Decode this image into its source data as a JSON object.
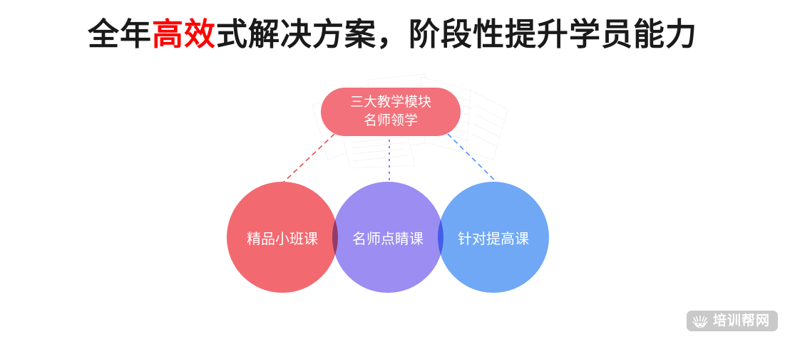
{
  "title": {
    "prefix": "全年",
    "highlight": "高效",
    "suffix": "式解决方案，阶段性提升学员能力",
    "highlight_color": "#ff0000",
    "text_color": "#1a1a1a",
    "full_text": "全年高效式解决方案，阶段性提升学员能力"
  },
  "diagram": {
    "type": "venn-three-circle",
    "hub": {
      "line1": "三大教学模块",
      "line2": "名师领学",
      "background_color": "#f2717a",
      "text_color": "#ffffff"
    },
    "nodes": [
      {
        "label": "精品小班课",
        "color": "#f26a70",
        "connector_color": "#e8484f",
        "connector_style": "dashed"
      },
      {
        "label": "名师点睛课",
        "color": "#9b8df2",
        "connector_color": "#8d7ef0",
        "connector_style": "dotted"
      },
      {
        "label": "针对提高课",
        "color": "#70a8f5",
        "connector_color": "#4a90f7",
        "connector_style": "dashed"
      }
    ],
    "overlap_red_purple": "#a082c8",
    "overlap_purple_blue": "#5a8bf0",
    "background_decoration": "scattered-paper-sheets"
  },
  "watermark": {
    "text": "培训帮网",
    "icon": "sun-face-icon",
    "background_color": "#c9c9c9",
    "text_color": "#ffffff"
  }
}
